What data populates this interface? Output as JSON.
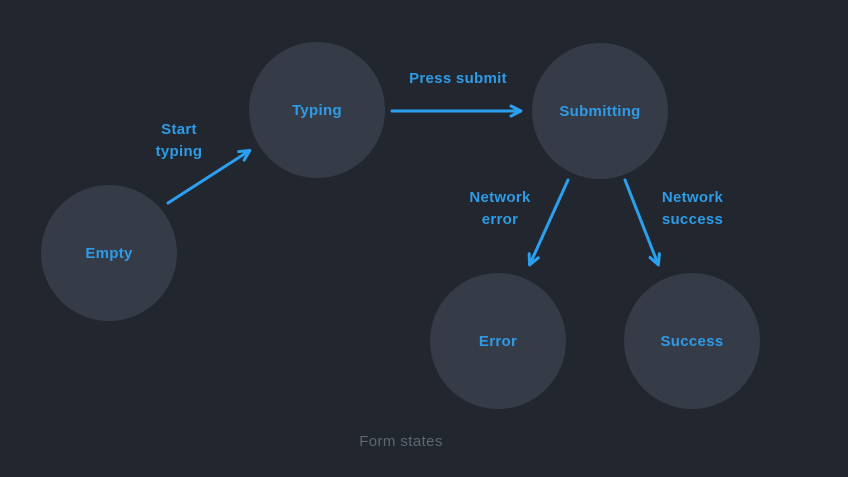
{
  "diagram": {
    "caption": "Form states",
    "colors": {
      "background": "#22262e",
      "node_fill": "#353b47",
      "label_blue": "#2e9be6",
      "arrow_blue": "#2aa0ef",
      "caption_gray": "#5e6673"
    },
    "states": [
      {
        "id": "empty",
        "label": "Empty"
      },
      {
        "id": "typing",
        "label": "Typing"
      },
      {
        "id": "submitting",
        "label": "Submitting"
      },
      {
        "id": "error",
        "label": "Error"
      },
      {
        "id": "success",
        "label": "Success"
      }
    ],
    "transitions": [
      {
        "label": "Start typing",
        "from": "empty",
        "to": "typing"
      },
      {
        "label": "Press submit",
        "from": "typing",
        "to": "submitting"
      },
      {
        "label": "Network error",
        "from": "submitting",
        "to": "error"
      },
      {
        "label": "Network success",
        "from": "submitting",
        "to": "success"
      }
    ]
  }
}
